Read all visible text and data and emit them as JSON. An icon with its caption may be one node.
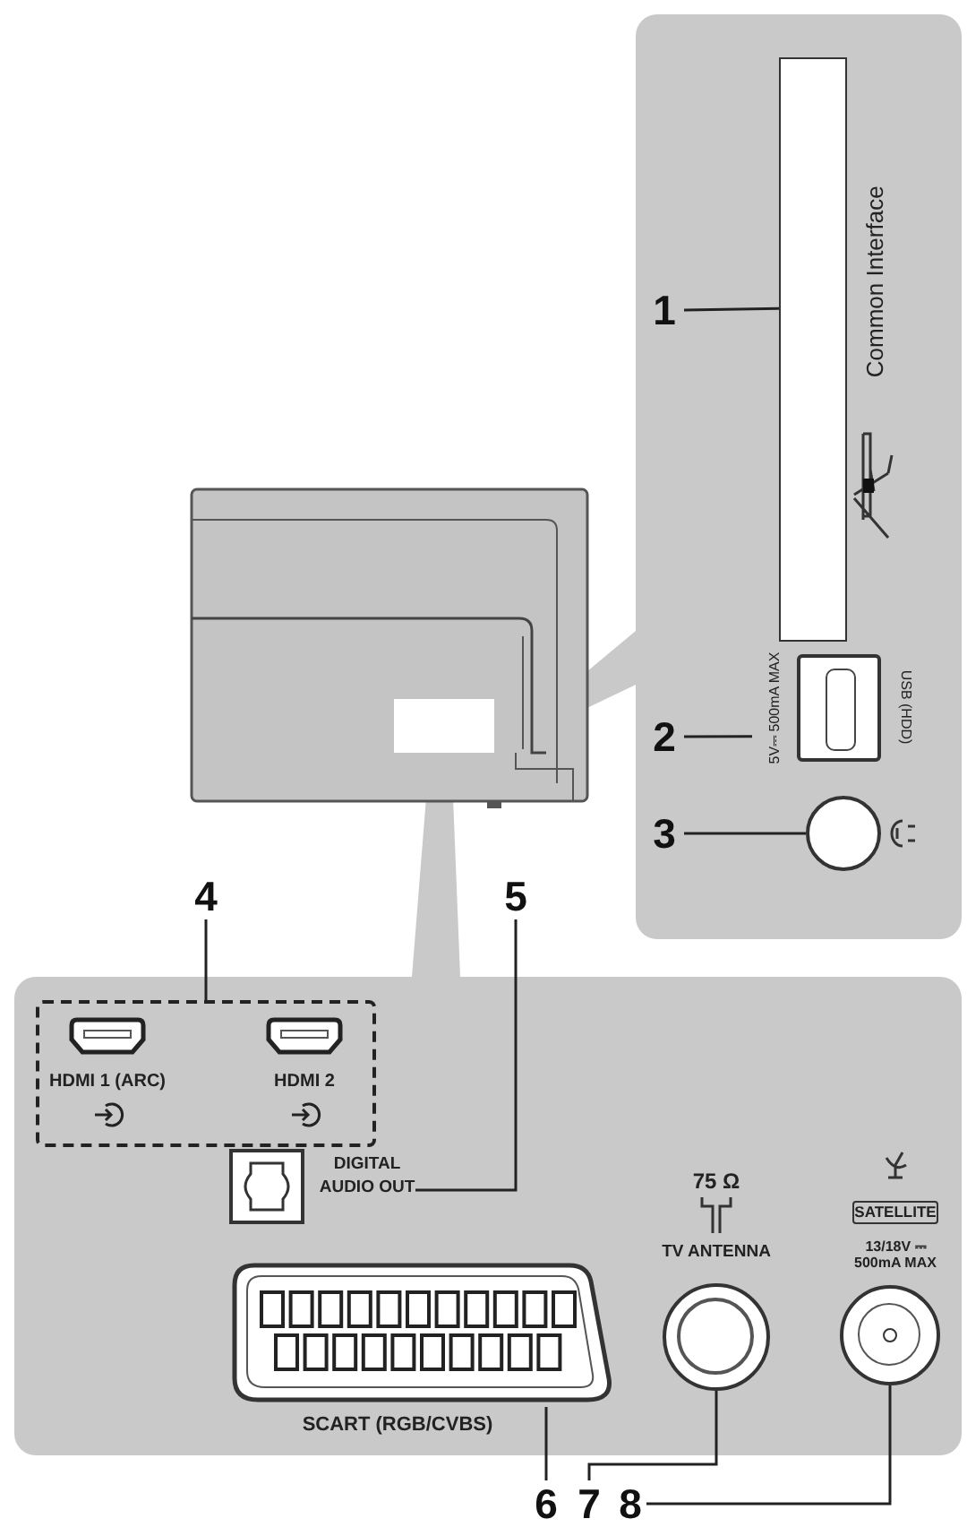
{
  "diagram": {
    "nodes": [
      {
        "text": [
          "1"
        ]
      },
      {
        "text": [],
        "shape": "box"
      },
      {
        "text": [
          "2"
        ]
      },
      {
        "text": [
          "5V⎓ 500mA MAX",
          "USB (HDD)"
        ]
      },
      {
        "text": [
          "3"
        ]
      },
      {
        "text": [],
        "shape": "circle"
      },
      {
        "text": [
          "4"
        ]
      },
      {
        "text": [],
        "shape": "box"
      },
      {
        "text": [
          "5"
        ]
      },
      {
        "text": [
          "DIGITAL AUDIO OUT"
        ]
      },
      {
        "text": [
          "6"
        ]
      },
      {
        "text": [
          "7"
        ]
      },
      {
        "text": [
          "8"
        ]
      },
      {
        "text": [],
        "shape": "box"
      },
      {
        "text": [],
        "shape": "circle"
      },
      {
        "text": [],
        "shape": "circle"
      }
    ],
    "edges": [
      {
        "from": 0,
        "to": 1,
        "arrow": "none"
      },
      {
        "from": 2,
        "to": 3,
        "arrow": "none"
      },
      {
        "from": 4,
        "to": 5,
        "arrow": "none"
      },
      {
        "from": 6,
        "to": 7,
        "arrow": "none"
      },
      {
        "from": 8,
        "to": 9,
        "arrow": "none"
      },
      {
        "from": 10,
        "to": 13,
        "arrow": "none"
      },
      {
        "from": 11,
        "to": 14,
        "arrow": "none"
      },
      {
        "from": 12,
        "to": 15,
        "arrow": "none"
      }
    ],
    "labels": [
      "Common Interface",
      "HDMI 1 (ARC)",
      "HDMI 2",
      "75 Ω",
      "TV ANTENNA",
      "SATELLITE",
      "13/18V ⎓ 500mA MAX",
      "SCART (RGB/CVBS)"
    ]
  }
}
